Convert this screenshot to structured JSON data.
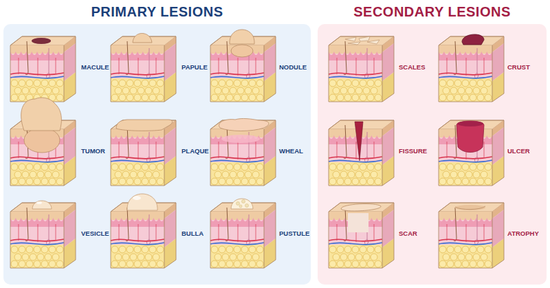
{
  "diagram": {
    "nodes": [
      {
        "text": [
          "PRIMARY LESIONS"
        ]
      },
      {
        "text": [
          "SECONDARY LESIONS"
        ]
      }
    ],
    "labels": [
      "MACULE",
      "PAPULE",
      "NODULE",
      "TUMOR",
      "PLAQUE",
      "WHEAL",
      "VESICLE",
      "BULLA",
      "PUSTULE",
      "SCALES",
      "CRUST",
      "FISSURE",
      "ULCER",
      "SCAR",
      "ATROPHY"
    ]
  }
}
